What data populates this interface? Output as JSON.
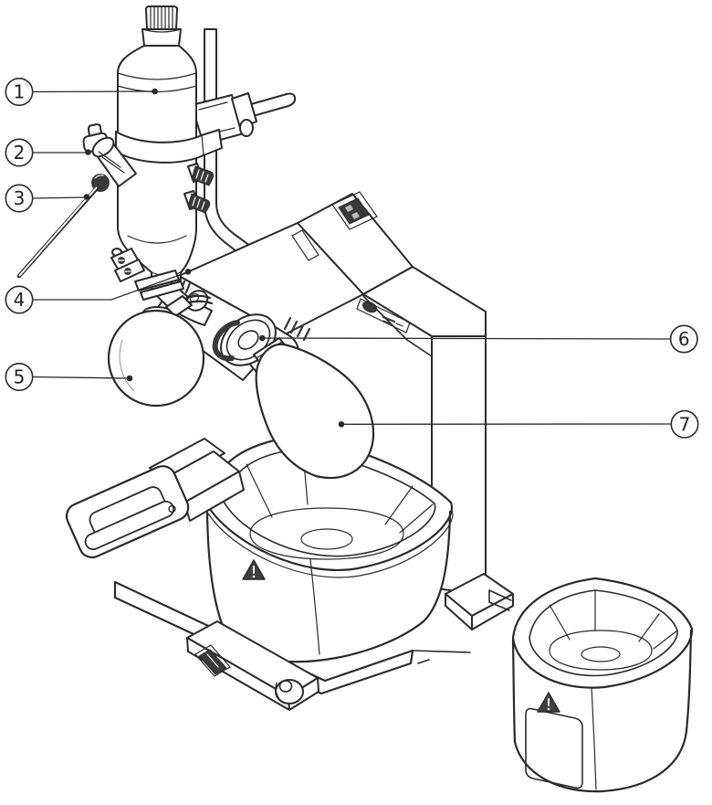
{
  "diagram": {
    "type": "technical-line-illustration",
    "subject": "rotary evaporator with condenser bottle, rotary drive, heating bath and spare bath"
  },
  "callouts": [
    {
      "number": "1",
      "target": "condensate-bottle"
    },
    {
      "number": "2",
      "target": "hose-nozzle-fitting"
    },
    {
      "number": "3",
      "target": "capillary-tube"
    },
    {
      "number": "4",
      "target": "condenser-connection"
    },
    {
      "number": "5",
      "target": "receiving-flask"
    },
    {
      "number": "6",
      "target": "seal-flange"
    },
    {
      "number": "7",
      "target": "evaporating-flask"
    }
  ],
  "icons": {
    "warning-triangle": "⚠"
  },
  "colors": {
    "line": "#2a2a2a",
    "dark_fill": "#3a3a3a",
    "background": "#ffffff"
  }
}
